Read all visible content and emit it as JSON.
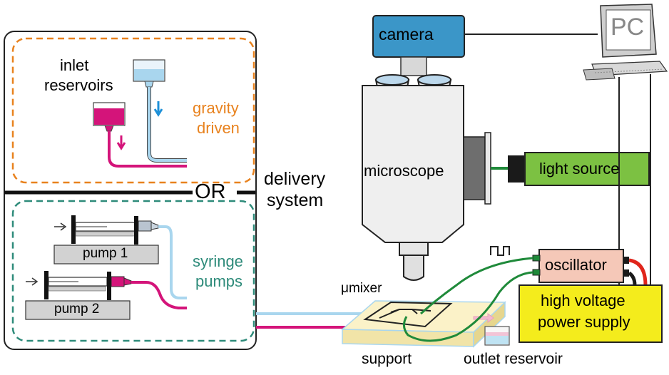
{
  "labels": {
    "inlet_reservoirs_line1": "inlet",
    "inlet_reservoirs_line2": "reservoirs",
    "gravity_line1": "gravity",
    "gravity_line2": "driven",
    "or": "OR",
    "delivery_line1": "delivery",
    "delivery_line2": "system",
    "syringe_line1": "syringe",
    "syringe_line2": "pumps",
    "pump1": "pump 1",
    "pump2": "pump 2",
    "camera": "camera",
    "pc": "PC",
    "microscope": "microscope",
    "light_source": "light source",
    "oscillator": "oscillator",
    "hv_line1": "high voltage",
    "hv_line2": "power supply",
    "umixer": "μmixer",
    "support": "support",
    "outlet_reservoir": "outlet reservoir"
  },
  "colors": {
    "gravity_border": "#e8821e",
    "syringe_border": "#2e8b7a",
    "magenta": "#d4147a",
    "light_blue": "#a9d6ee",
    "blue_arrow": "#1e90d8",
    "camera_fill": "#3b96c8",
    "light_source_fill": "#7cc142",
    "oscillator_fill": "#f5c8b8",
    "hv_fill": "#f4ec1c",
    "wire_green": "#1f8a3a",
    "wire_red": "#e0251b",
    "pump_fill": "#d2d2d2"
  }
}
